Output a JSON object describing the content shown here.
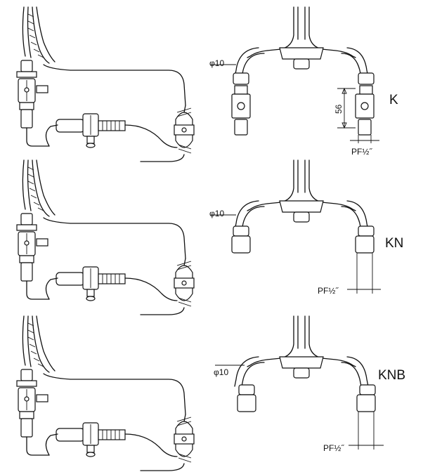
{
  "variants": [
    {
      "code": "K",
      "pipe_label": "φ10",
      "thread_label": "PF½˝",
      "dimension": "56"
    },
    {
      "code": "KN",
      "pipe_label": "φ10",
      "thread_label": "PF½˝"
    },
    {
      "code": "KNB",
      "pipe_label": "φ10",
      "thread_label": "PF½˝"
    }
  ]
}
